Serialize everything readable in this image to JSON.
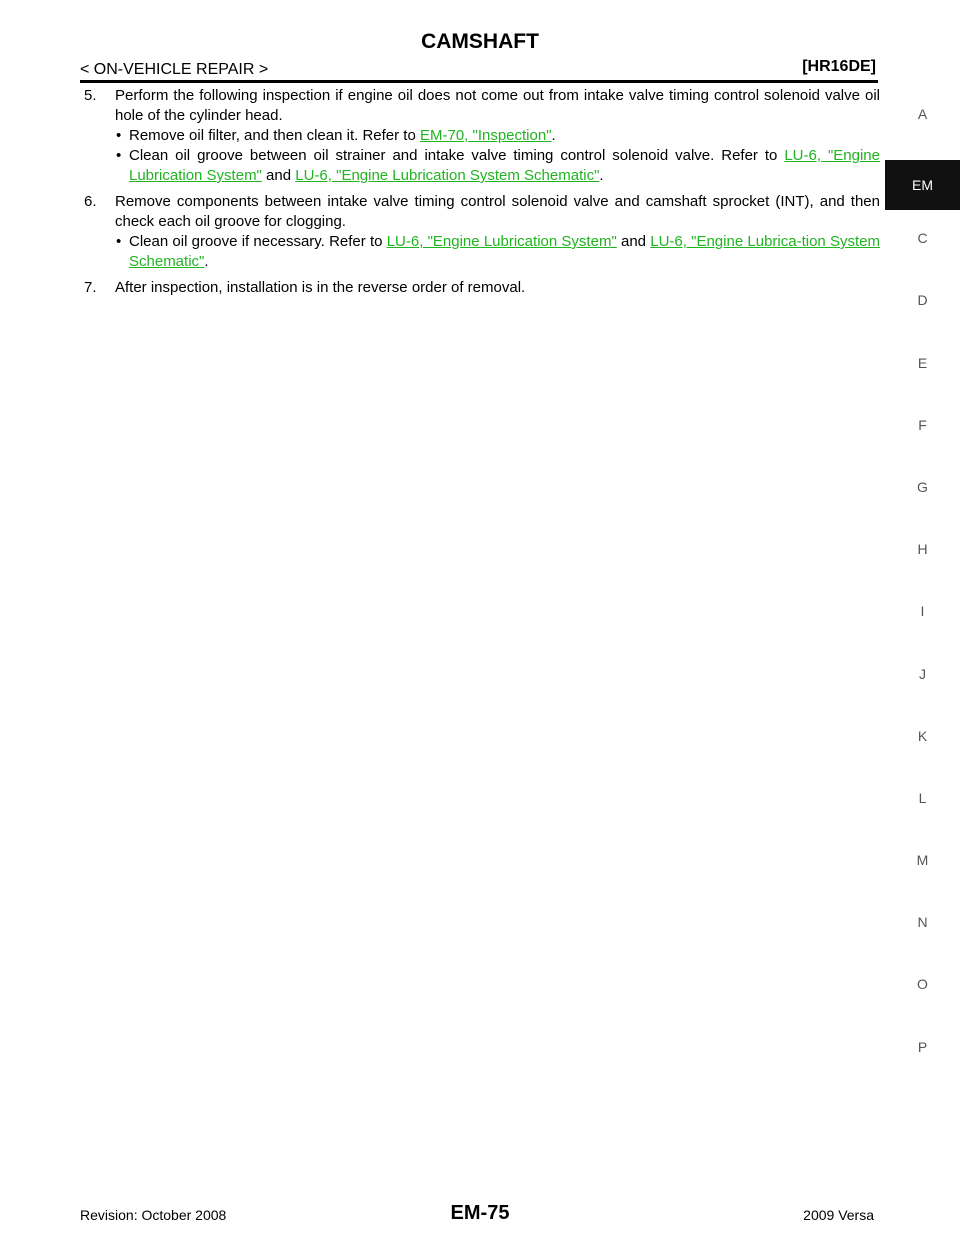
{
  "header": {
    "title": "CAMSHAFT",
    "section": "< ON-VEHICLE REPAIR >",
    "model_code": "[HR16DE]"
  },
  "steps": [
    {
      "num": "5.",
      "text": "Perform the following inspection if engine oil does not come out from intake valve timing control solenoid valve oil hole of the cylinder head.",
      "bullets": [
        {
          "dot": "•",
          "pre": "Remove oil filter, and then clean it. Refer to ",
          "link1": "EM-70, \"Inspection\"",
          "mid": "",
          "link2": "",
          "post": "."
        },
        {
          "dot": "•",
          "pre": "Clean oil groove between oil strainer and intake valve timing control solenoid valve. Refer to ",
          "link1": "LU-6, \"Engine Lubrication System\"",
          "mid": " and ",
          "link2": "LU-6, \"Engine Lubrication System Schematic\"",
          "post": "."
        }
      ]
    },
    {
      "num": "6.",
      "text": "Remove components between intake valve timing control solenoid valve and camshaft sprocket (INT), and then check each oil groove for clogging.",
      "bullets": [
        {
          "dot": "•",
          "pre": "Clean oil groove if necessary. Refer to ",
          "link1": "LU-6, \"Engine Lubrication System\"",
          "mid": " and ",
          "link2": "LU-6, \"Engine Lubrica-tion System Schematic\"",
          "post": "."
        }
      ]
    },
    {
      "num": "7.",
      "text": "After inspection, installation is in the reverse order of removal.",
      "bullets": []
    }
  ],
  "side_index": [
    "A",
    "EM",
    "C",
    "D",
    "E",
    "F",
    "G",
    "H",
    "I",
    "J",
    "K",
    "L",
    "M",
    "N",
    "O",
    "P"
  ],
  "side_index_active": "EM",
  "footer": {
    "revision": "Revision: October 2008",
    "page_number": "EM-75",
    "vehicle": "2009 Versa"
  },
  "colors": {
    "link": "#21b421",
    "active_tab_bg": "#111111"
  }
}
